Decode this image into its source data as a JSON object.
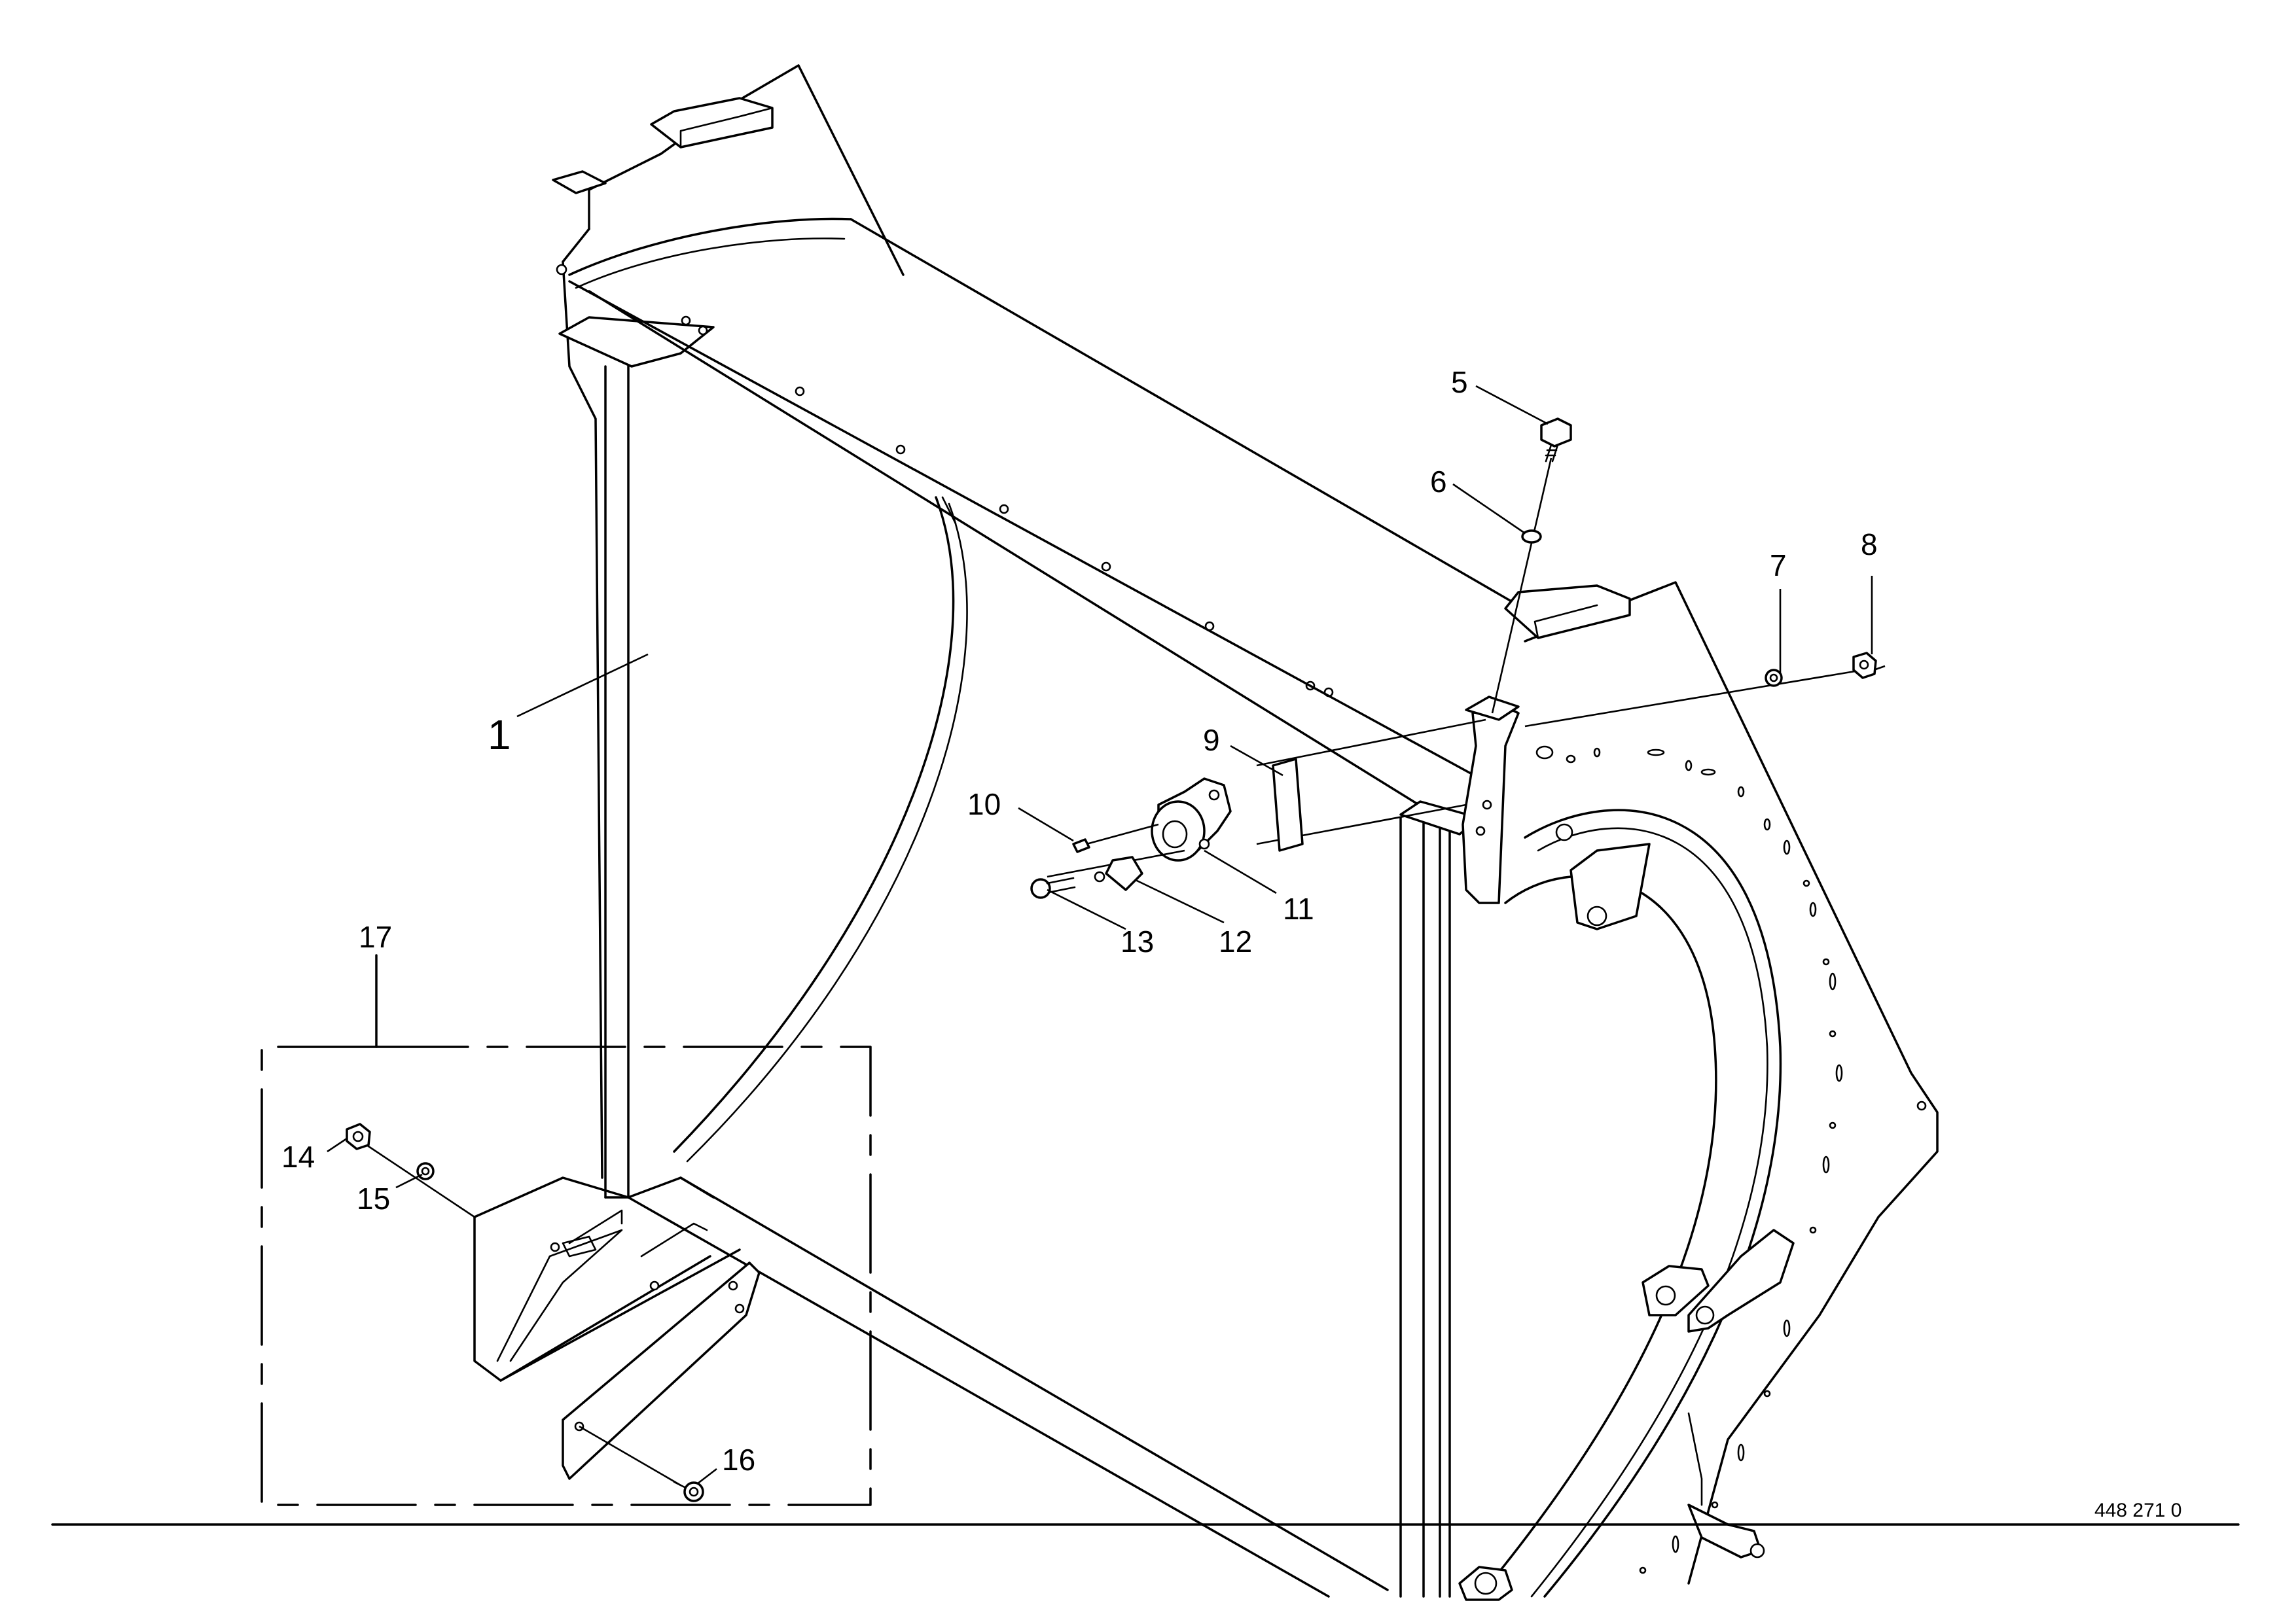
{
  "callouts": {
    "c1": "1",
    "c5": "5",
    "c6": "6",
    "c7": "7",
    "c8": "8",
    "c9": "9",
    "c10": "10",
    "c11": "11",
    "c12": "12",
    "c13": "13",
    "c14": "14",
    "c15": "15",
    "c16": "16",
    "c17": "17"
  },
  "drawing_number": "448 271 0"
}
